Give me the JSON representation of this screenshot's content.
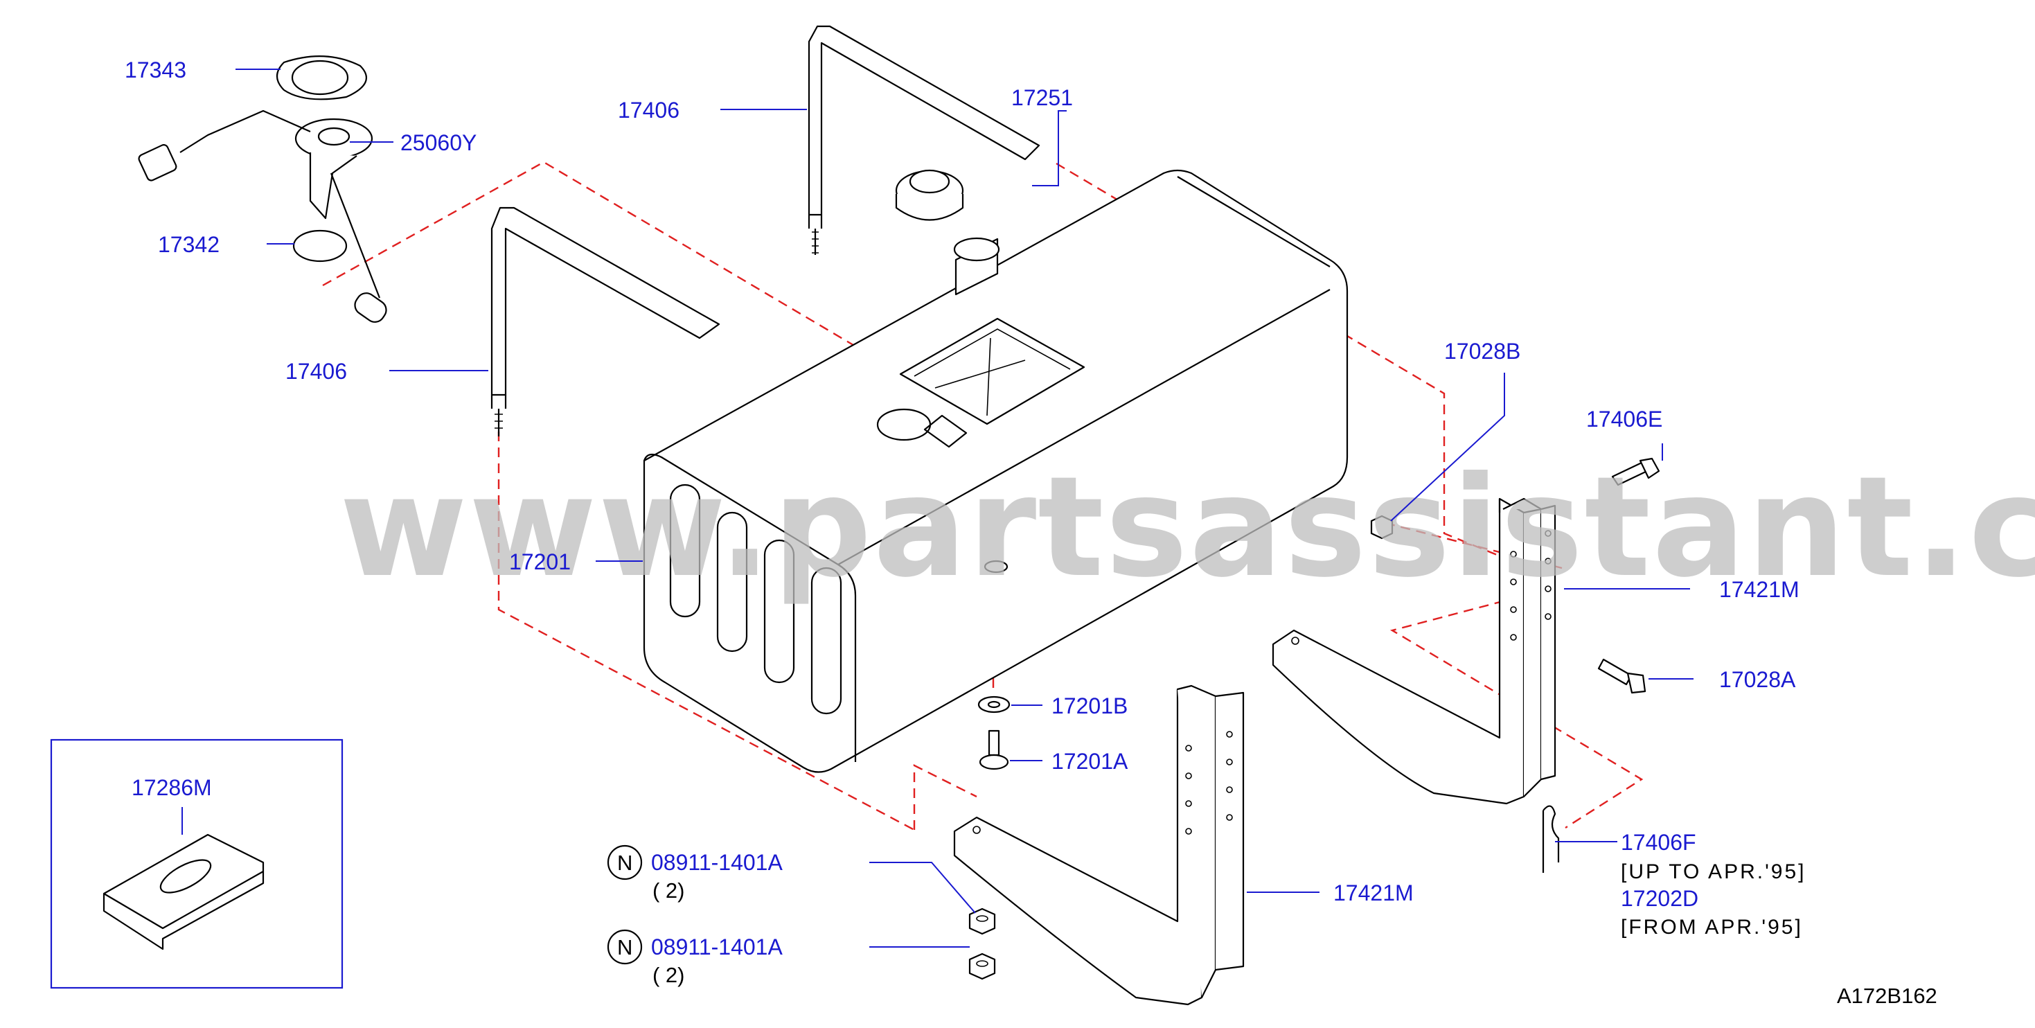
{
  "watermark": "www.partsassistant.com",
  "diagram_code": "A172B162",
  "labels": {
    "p17343": "17343",
    "p25060y": "25060Y",
    "p17342": "17342",
    "p17406_top": "17406",
    "p17406_left": "17406",
    "p17251": "17251",
    "p17201": "17201",
    "p17201b": "17201B",
    "p17201a": "17201A",
    "p17028b": "17028B",
    "p17406e": "17406E",
    "p17421m_right": "17421M",
    "p17028a": "17028A",
    "p17421m_bottom": "17421M",
    "p17406f": "17406F",
    "p17406f_note": "[UP  TO  APR.'95]",
    "p17202d": "17202D",
    "p17202d_note": "[FROM  APR.'95]",
    "p17286m": "17286M",
    "nut1_code": "08911-1401A",
    "nut1_qty": "( 2)",
    "nut2_code": "08911-1401A",
    "nut2_qty": "( 2)",
    "n_symbol_1": "N",
    "n_symbol_2": "N"
  },
  "colors": {
    "label": "#1a1ad0",
    "hidden_line": "#e02020",
    "watermark": "#bdbdbd"
  }
}
